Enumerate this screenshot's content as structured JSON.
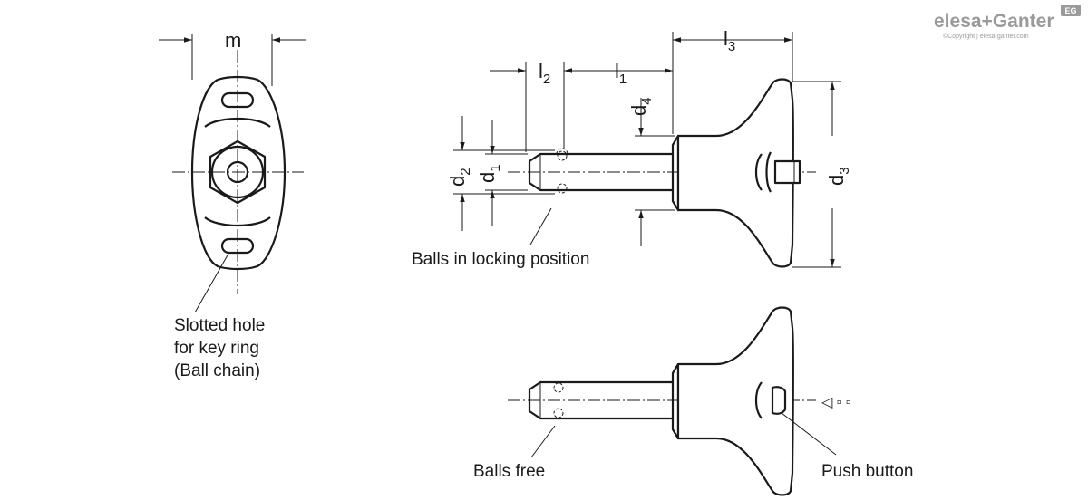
{
  "logo": {
    "brand": "elesa+Ganter",
    "badge": "EG",
    "copyright": "©Copyright | elesa-ganter.com"
  },
  "labels": {
    "slotted_hole_1": "Slotted hole",
    "slotted_hole_2": "for key ring",
    "slotted_hole_3": "(Ball chain)",
    "balls_locking": "Balls in locking position",
    "balls_free": "Balls free",
    "push_button": "Push button"
  },
  "dimensions": {
    "m": "m",
    "l": "l",
    "d": "d",
    "sub_1": "1",
    "sub_2": "2",
    "sub_3": "3",
    "sub_4": "4"
  },
  "push_marks": "◁ ▫ ▫"
}
